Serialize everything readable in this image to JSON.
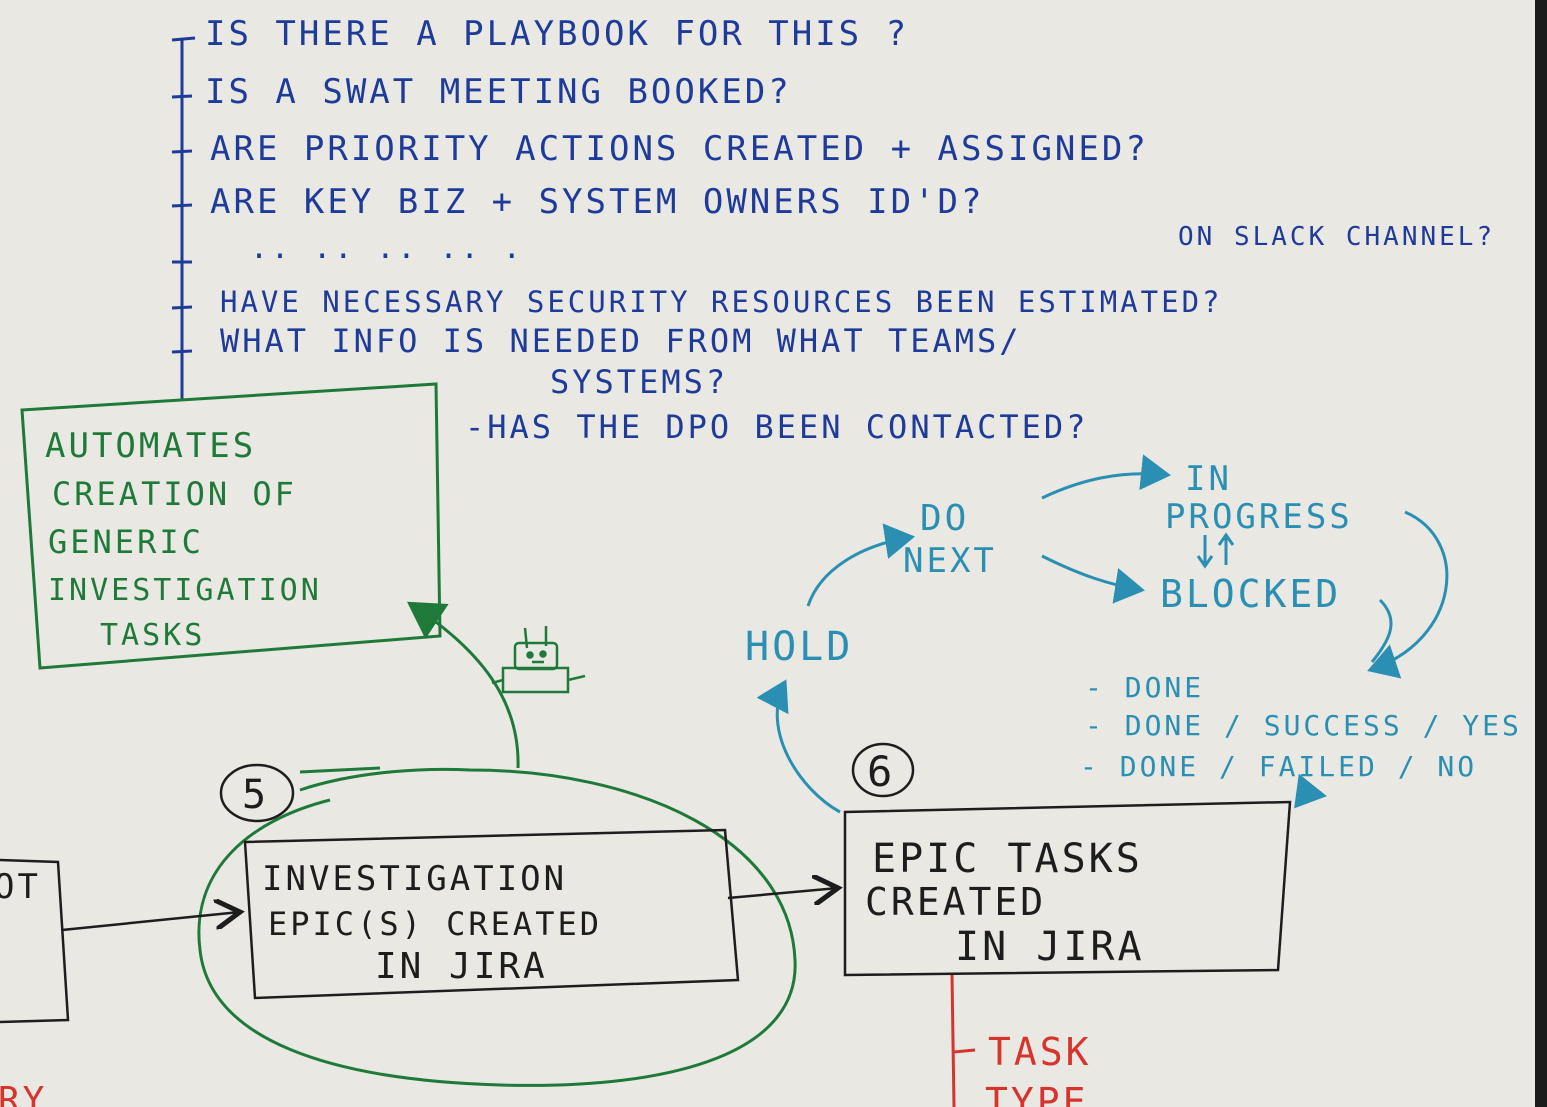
{
  "checklist": [
    "IS THERE A PLAYBOOK FOR THIS ?",
    "IS A SWAT MEETING BOOKED?",
    "ARE PRIORITY ACTIONS CREATED + ASSIGNED?",
    "ARE KEY BIZ + SYSTEM OWNERS ID'D?",
    "ON SLACK CHANNEL?",
    "HAVE NECESSARY SECURITY RESOURCES BEEN ESTIMATED?",
    "WHAT INFO IS NEEDED FROM WHAT TEAMS/",
    "SYSTEMS?",
    "-HAS THE DPO BEEN CONTACTED?"
  ],
  "ditto_marks": "..   ..   ..   ..   .",
  "automation_box": [
    "AUTOMATES",
    "CREATION OF",
    "GENERIC",
    "INVESTIGATION",
    "TASKS"
  ],
  "step5_number": "5",
  "step6_number": "6",
  "investigation_box": [
    "INVESTIGATION",
    "EPIC(S) CREATED",
    "IN JIRA"
  ],
  "epic_box": [
    "EPIC TASKS",
    "CREATED",
    "IN JIRA"
  ],
  "workflow": {
    "hold": "HOLD",
    "do_next": [
      "DO",
      "NEXT"
    ],
    "in_progress": [
      "IN",
      "PROGRESS"
    ],
    "blocked": "BLOCKED",
    "done_list": [
      "- DONE",
      "- DONE / SUCCESS / YES",
      "- DONE / FAILED / NO"
    ]
  },
  "task_type": [
    "TASK",
    "TYPE"
  ],
  "left_fragment": "OT",
  "bottom_left_fragment": "RY",
  "colors": {
    "paper": "#e9e8e3",
    "blue_ink": "#1f3b9a",
    "green_ink": "#1f7a3a",
    "teal_ink": "#2a8fb2",
    "black_ink": "#1d1d1d",
    "red_ink": "#d5352d"
  },
  "icons": [
    "robot-icon"
  ]
}
